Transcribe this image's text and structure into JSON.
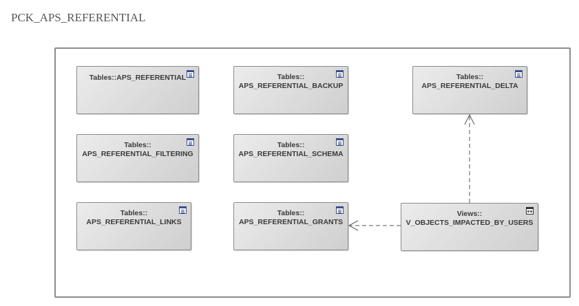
{
  "package_title": "PCK_APS_REFERENTIAL",
  "nodes": {
    "aps_referential": {
      "line1": "Tables::APS_REFERENTIAL",
      "line2": ""
    },
    "aps_referential_backup": {
      "line1": "Tables::",
      "line2": "APS_REFERENTIAL_BACKUP"
    },
    "aps_referential_delta": {
      "line1": "Tables::",
      "line2": "APS_REFERENTIAL_DELTA"
    },
    "aps_referential_filtering": {
      "line1": "Tables::",
      "line2": "APS_REFERENTIAL_FILTERING"
    },
    "aps_referential_schema": {
      "line1": "Tables::",
      "line2": "APS_REFERENTIAL_SCHEMA"
    },
    "aps_referential_links": {
      "line1": "Tables::",
      "line2": "APS_REFERENTIAL_LINKS"
    },
    "aps_referential_grants": {
      "line1": "Tables::",
      "line2": "APS_REFERENTIAL_GRANTS"
    },
    "v_objects_impacted_by_users": {
      "line1": "Views::",
      "line2": "V_OBJECTS_IMPACTED_BY_USERS"
    }
  },
  "icons": {
    "table": "table-icon",
    "view": "view-icon"
  },
  "connectors": [
    {
      "from": "v_objects_impacted_by_users",
      "to": "aps_referential_grants",
      "style": "dashed",
      "arrow": "open"
    },
    {
      "from": "v_objects_impacted_by_users",
      "to": "aps_referential_delta",
      "style": "dashed",
      "arrow": "open"
    }
  ]
}
